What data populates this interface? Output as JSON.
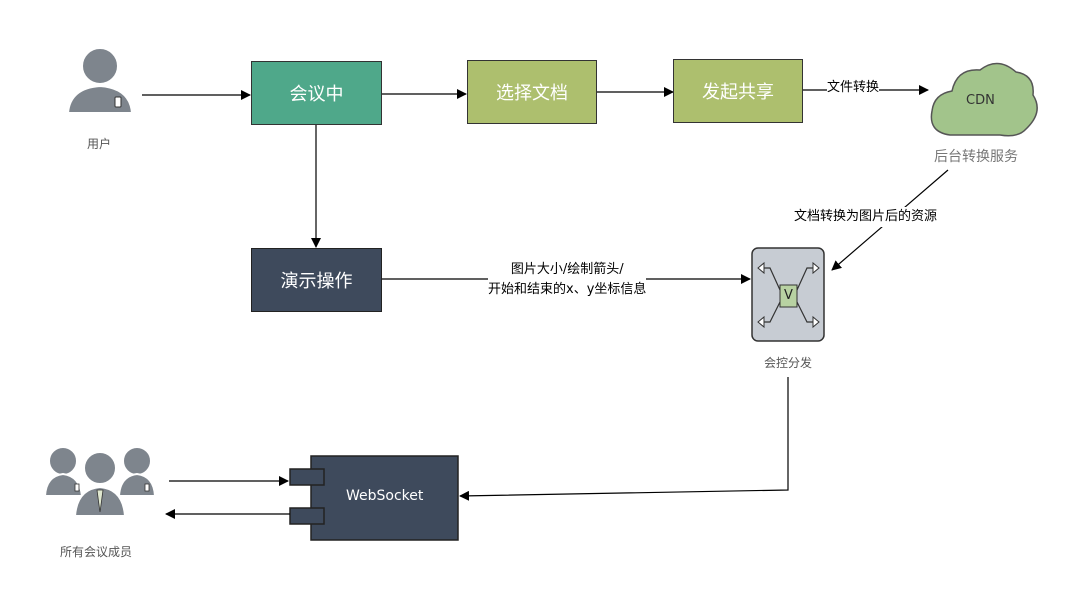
{
  "nodes": {
    "user": "用户",
    "meeting": "会议中",
    "select_doc": "选择文档",
    "start_share": "发起共享",
    "cdn": "CDN",
    "backend": "后台转换服务",
    "demo_ops": "演示操作",
    "control": "会控分发",
    "control_badge": "V",
    "websocket": "WebSocket",
    "all_members": "所有会议成员"
  },
  "edges": {
    "file_convert": "文件转换",
    "doc_to_image": "文档转换为图片后的资源",
    "info_line1": "图片大小/绘制箭头/",
    "info_line2": "开始和结束的x、y坐标信息"
  },
  "colors": {
    "meeting": "#4fa88a",
    "doc_green": "#adbf6e",
    "dark": "#3e4a5c",
    "cdn_fill": "#a2c48b",
    "person": "#7e858d"
  }
}
